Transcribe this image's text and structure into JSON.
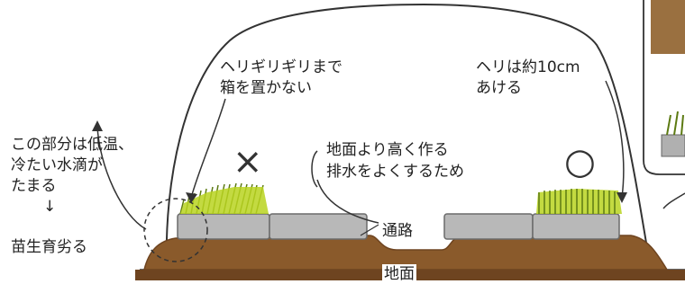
{
  "labels": {
    "edge_no_box": [
      "ヘリギリギリまで",
      "箱を置かない"
    ],
    "margin_10cm": [
      "ヘリは約10cm",
      "あける"
    ],
    "cold_area": [
      "この部分は低温、",
      "冷たい水滴が",
      "たまる"
    ],
    "arrow_down": "↓",
    "growth_poor": "苗生育劣る",
    "raised_bed": [
      "地面より高く作る",
      "排水をよくするため"
    ],
    "path": "通路",
    "ground": "地面"
  },
  "marks": {
    "bad": "×",
    "good": "○"
  },
  "colors": {
    "soil": "#8a5a2b",
    "soil_dark": "#6e4420",
    "box": "#b8b8b8",
    "box_edge": "#6a6a6a",
    "grass": "#b9d320",
    "grass_dark": "#5c7a12",
    "line": "#333333"
  }
}
